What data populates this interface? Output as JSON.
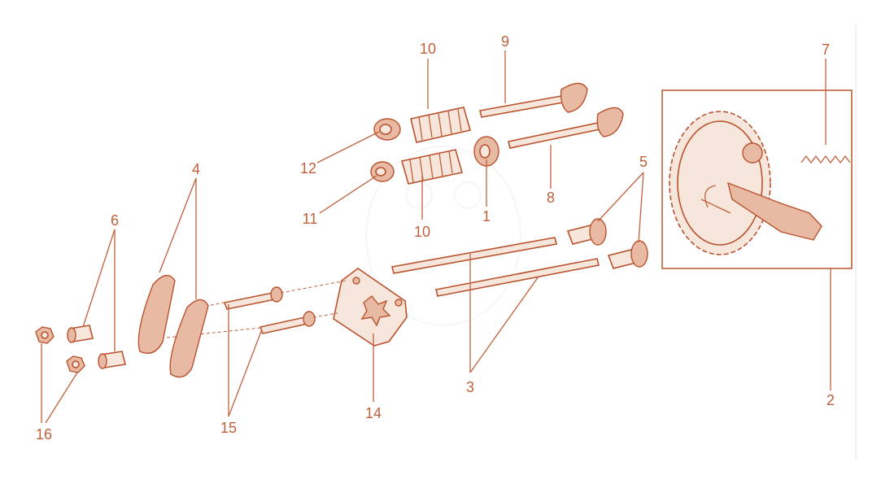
{
  "diagram": {
    "type": "exploded parts diagram",
    "accent_color": "#c0603b",
    "callouts": [
      {
        "id": "c10a",
        "text": "10"
      },
      {
        "id": "c9",
        "text": "9"
      },
      {
        "id": "c7",
        "text": "7"
      },
      {
        "id": "c12",
        "text": "12"
      },
      {
        "id": "c11",
        "text": "11"
      },
      {
        "id": "c1",
        "text": "1"
      },
      {
        "id": "c8",
        "text": "8"
      },
      {
        "id": "c10b",
        "text": "10"
      },
      {
        "id": "c5",
        "text": "5"
      },
      {
        "id": "c4",
        "text": "4"
      },
      {
        "id": "c6",
        "text": "6"
      },
      {
        "id": "c3",
        "text": "3"
      },
      {
        "id": "c2",
        "text": "2"
      },
      {
        "id": "c14",
        "text": "14"
      },
      {
        "id": "c15",
        "text": "15"
      },
      {
        "id": "c16",
        "text": "16"
      }
    ]
  }
}
